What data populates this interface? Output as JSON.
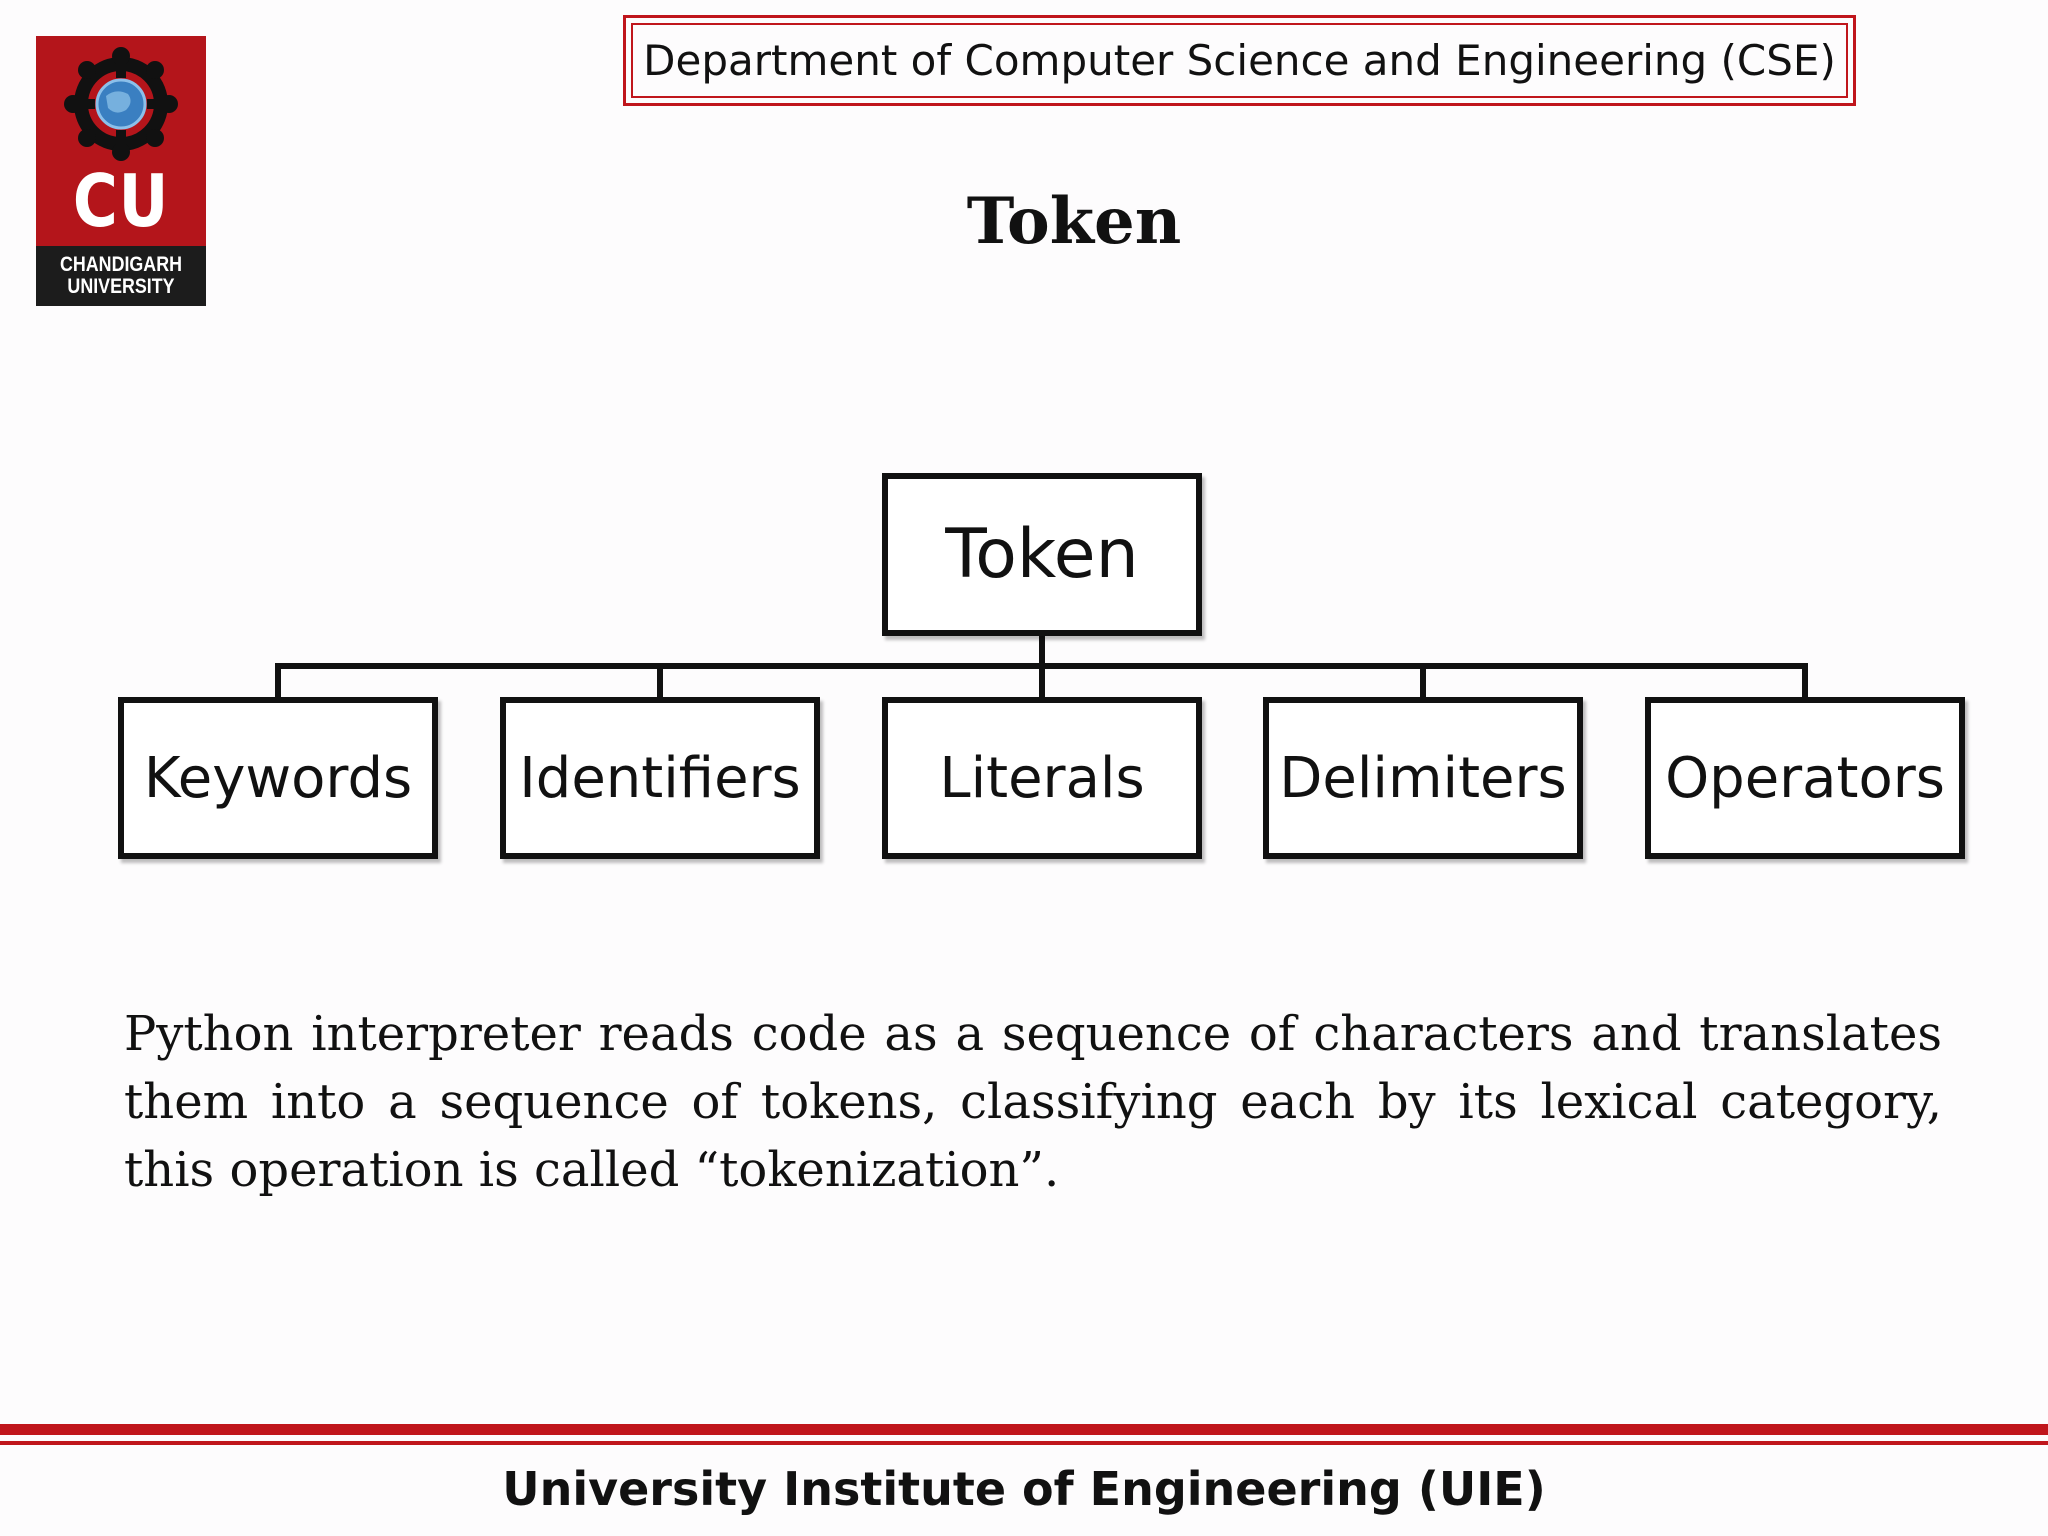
{
  "logo": {
    "emblem_icon": "cu-emblem-icon",
    "letters": "CU",
    "name_line1": "CHANDIGARH",
    "name_line2": "UNIVERSITY"
  },
  "header": {
    "department": "Department of Computer Science and Engineering (CSE)"
  },
  "slide": {
    "title": "Token"
  },
  "diagram": {
    "root": "Token",
    "children": [
      "Keywords",
      "Identifiers",
      "Literals",
      "Delimiters",
      "Operators"
    ]
  },
  "description": "Python interpreter reads code as a sequence of characters and translates them into a sequence of tokens, classifying each by its lexical category, this operation is called “tokenization”.",
  "footer": {
    "institute": "University Institute of Engineering (UIE)"
  },
  "colors": {
    "accent_red": "#c0161c",
    "logo_red": "#b4151b",
    "text": "#111111"
  }
}
